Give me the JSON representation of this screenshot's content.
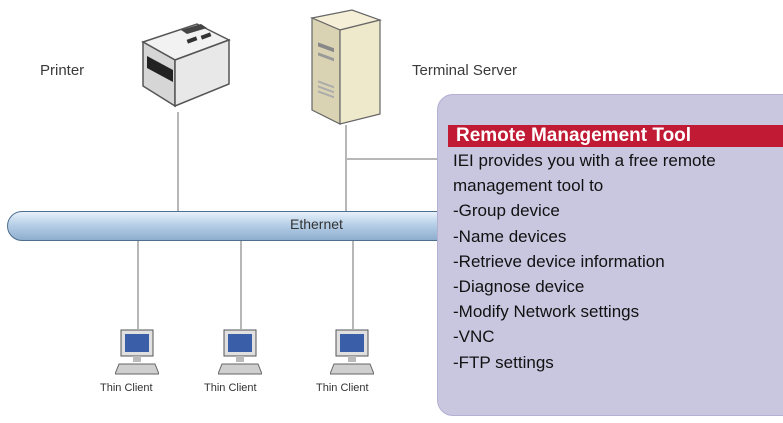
{
  "nodes": {
    "printer": "Printer",
    "terminal_server": "Terminal Server",
    "ethernet": "Ethernet",
    "clients": [
      "Thin Client",
      "Thin Client",
      "Thin Client"
    ]
  },
  "panel": {
    "title": "Remote Management Tool",
    "lines": [
      "IEI provides you with a free remote",
      "management tool to",
      "-Group device",
      "-Name devices",
      "-Retrieve device information",
      "-Diagnose device",
      "-Modify Network settings",
      "-VNC",
      "-FTP settings"
    ]
  },
  "colors": {
    "panel_bg": "#c9c6e0",
    "title_bg": "#c01a35",
    "ethernet": "#9fbbd8",
    "connector": "#b7b7b7"
  }
}
